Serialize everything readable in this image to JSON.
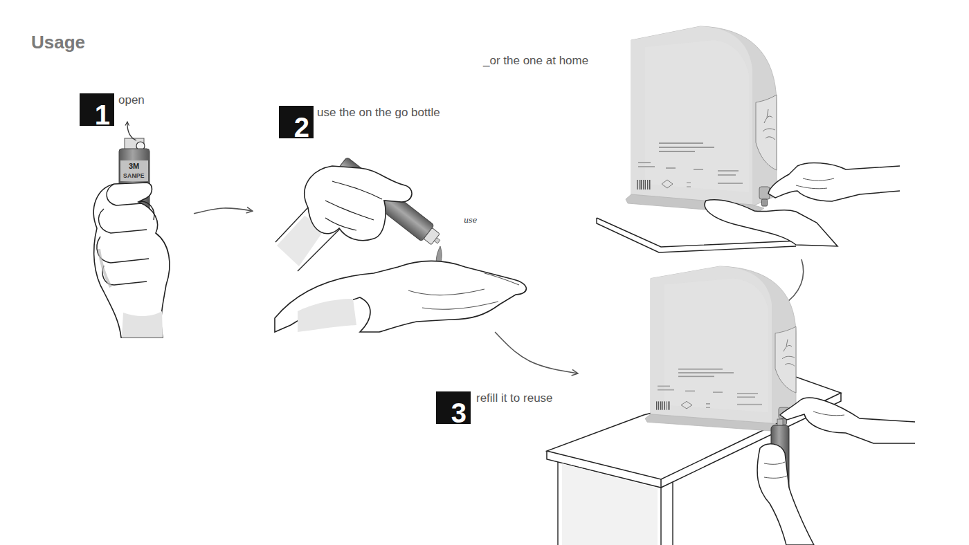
{
  "diagram": {
    "title": "Usage",
    "nodes": [
      {
        "text": [
          "1",
          "open"
        ]
      },
      {
        "text": [
          "2",
          "use the on the go bottle"
        ]
      },
      {
        "text": [
          "3",
          "refill it to reuse"
        ]
      }
    ],
    "edges": [
      {
        "from": 0,
        "to": 1,
        "arrow": "to"
      },
      {
        "from": 1,
        "to": 2,
        "arrow": "to"
      }
    ],
    "labels": [
      "_or the one at home",
      "use",
      "3M",
      "SANPE"
    ]
  }
}
